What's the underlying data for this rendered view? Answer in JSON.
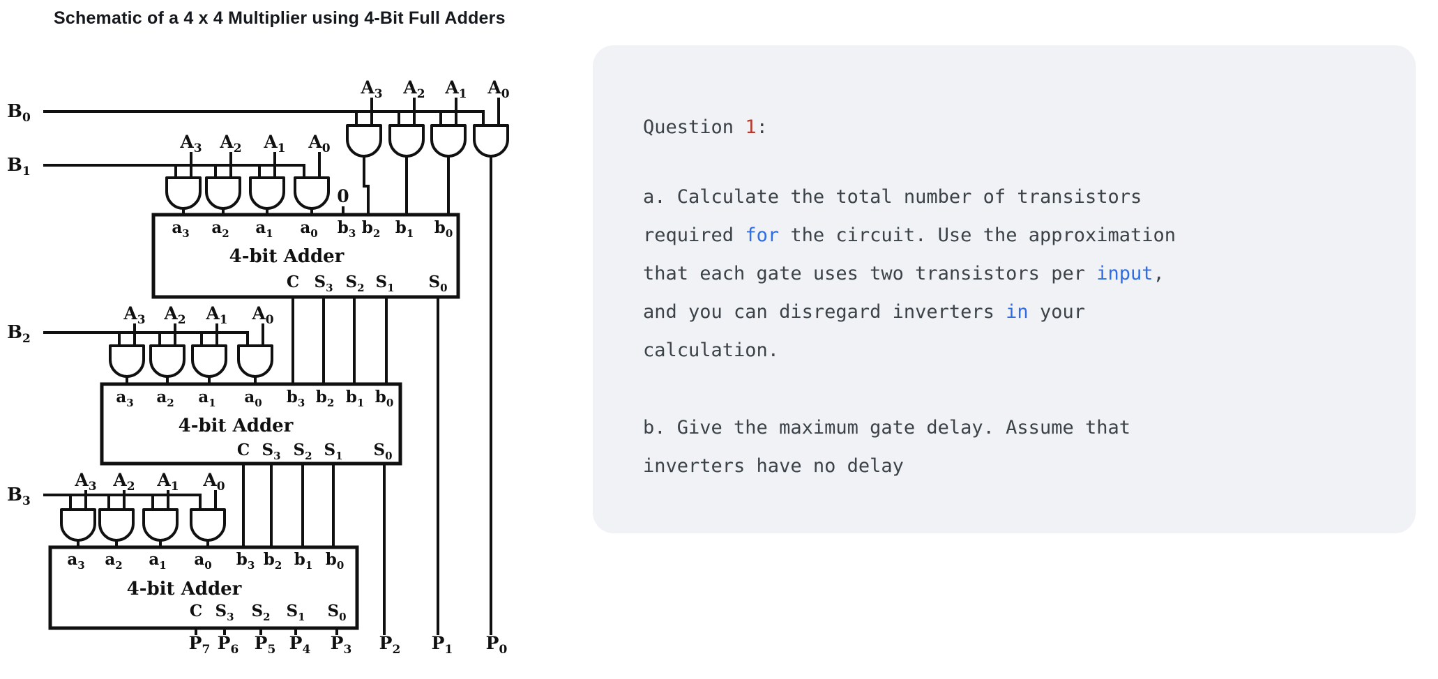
{
  "page": {
    "title": "Schematic of a 4 x 4 Multiplier using 4-Bit Full Adders"
  },
  "question_panel": {
    "colors": {
      "text": "#3b4248",
      "keyword": "#2e6de4",
      "number": "#b83a2e",
      "panel_bg": "#f0f2f5"
    },
    "heading": [
      {
        "t": "Question ",
        "c": "text"
      },
      {
        "t": "1",
        "c": "number"
      },
      {
        "t": ":",
        "c": "text"
      }
    ],
    "paragraphs": [
      {
        "lines": [
          [
            {
              "t": "a. Calculate the total number of transistors",
              "c": "text"
            }
          ],
          [
            {
              "t": "required ",
              "c": "text"
            },
            {
              "t": "for",
              "c": "keyword"
            },
            {
              "t": " the circuit. Use the approximation",
              "c": "text"
            }
          ],
          [
            {
              "t": "that each gate uses two transistors per ",
              "c": "text"
            },
            {
              "t": "input",
              "c": "keyword"
            },
            {
              "t": ",",
              "c": "text"
            }
          ],
          [
            {
              "t": "and you can disregard inverters ",
              "c": "text"
            },
            {
              "t": "in",
              "c": "keyword"
            },
            {
              "t": " your",
              "c": "text"
            }
          ],
          [
            {
              "t": "calculation.",
              "c": "text"
            }
          ]
        ]
      },
      {
        "lines": [
          [
            {
              "t": "b. Give the maximum gate delay. Assume that",
              "c": "text"
            }
          ],
          [
            {
              "t": "inverters have no delay",
              "c": "text"
            }
          ]
        ]
      }
    ]
  },
  "schematic": {
    "ink": "#101010",
    "multiplier_inputs": {
      "b0": {
        "b": "B",
        "s": "0"
      },
      "b1": {
        "b": "B",
        "s": "1"
      },
      "b2": {
        "b": "B",
        "s": "2"
      },
      "b3": {
        "b": "B",
        "s": "3"
      }
    },
    "multiplicand_rows": {
      "row1": [
        {
          "b": "A",
          "s": "3"
        },
        {
          "b": "A",
          "s": "2"
        },
        {
          "b": "A",
          "s": "1"
        },
        {
          "b": "A",
          "s": "0"
        }
      ],
      "row2": [
        {
          "b": "A",
          "s": "3"
        },
        {
          "b": "A",
          "s": "2"
        },
        {
          "b": "A",
          "s": "1"
        },
        {
          "b": "A",
          "s": "0"
        }
      ],
      "row3": [
        {
          "b": "A",
          "s": "3"
        },
        {
          "b": "A",
          "s": "2"
        },
        {
          "b": "A",
          "s": "1"
        },
        {
          "b": "A",
          "s": "0"
        }
      ],
      "row4": [
        {
          "b": "A",
          "s": "3"
        },
        {
          "b": "A",
          "s": "2"
        },
        {
          "b": "A",
          "s": "1"
        },
        {
          "b": "A",
          "s": "0"
        }
      ]
    },
    "carry_in_zero": "0",
    "adders": [
      {
        "title": "4-bit Adder",
        "inputs": [
          {
            "b": "a",
            "s": "3"
          },
          {
            "b": "a",
            "s": "2"
          },
          {
            "b": "a",
            "s": "1"
          },
          {
            "b": "a",
            "s": "0"
          },
          {
            "b": "b",
            "s": "3"
          },
          {
            "b": "b",
            "s": "2"
          },
          {
            "b": "b",
            "s": "1"
          },
          {
            "b": "b",
            "s": "0"
          }
        ],
        "outputs": [
          {
            "b": "C",
            "s": ""
          },
          {
            "b": "S",
            "s": "3"
          },
          {
            "b": "S",
            "s": "2"
          },
          {
            "b": "S",
            "s": "1"
          },
          {
            "b": "S",
            "s": "0"
          }
        ]
      },
      {
        "title": "4-bit Adder",
        "inputs": [
          {
            "b": "a",
            "s": "3"
          },
          {
            "b": "a",
            "s": "2"
          },
          {
            "b": "a",
            "s": "1"
          },
          {
            "b": "a",
            "s": "0"
          },
          {
            "b": "b",
            "s": "3"
          },
          {
            "b": "b",
            "s": "2"
          },
          {
            "b": "b",
            "s": "1"
          },
          {
            "b": "b",
            "s": "0"
          }
        ],
        "outputs": [
          {
            "b": "C",
            "s": ""
          },
          {
            "b": "S",
            "s": "3"
          },
          {
            "b": "S",
            "s": "2"
          },
          {
            "b": "S",
            "s": "1"
          },
          {
            "b": "S",
            "s": "0"
          }
        ]
      },
      {
        "title": "4-bit Adder",
        "inputs": [
          {
            "b": "a",
            "s": "3"
          },
          {
            "b": "a",
            "s": "2"
          },
          {
            "b": "a",
            "s": "1"
          },
          {
            "b": "a",
            "s": "0"
          },
          {
            "b": "b",
            "s": "3"
          },
          {
            "b": "b",
            "s": "2"
          },
          {
            "b": "b",
            "s": "1"
          },
          {
            "b": "b",
            "s": "0"
          }
        ],
        "outputs": [
          {
            "b": "C",
            "s": ""
          },
          {
            "b": "S",
            "s": "3"
          },
          {
            "b": "S",
            "s": "2"
          },
          {
            "b": "S",
            "s": "1"
          },
          {
            "b": "S",
            "s": "0"
          }
        ]
      }
    ],
    "products": [
      {
        "b": "P",
        "s": "7"
      },
      {
        "b": "P",
        "s": "6"
      },
      {
        "b": "P",
        "s": "5"
      },
      {
        "b": "P",
        "s": "4"
      },
      {
        "b": "P",
        "s": "3"
      },
      {
        "b": "P",
        "s": "2"
      },
      {
        "b": "P",
        "s": "1"
      },
      {
        "b": "P",
        "s": "0"
      }
    ]
  }
}
